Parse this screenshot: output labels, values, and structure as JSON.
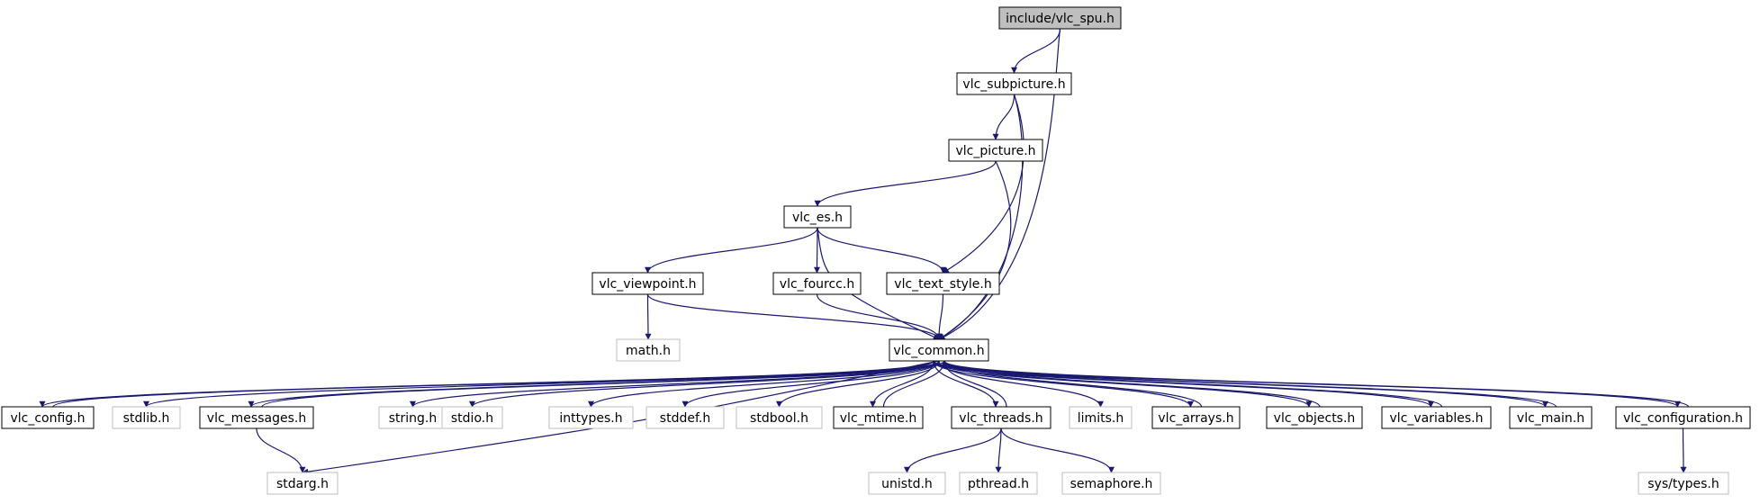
{
  "colors": {
    "edge": "#191970",
    "node_border": "#000000",
    "node_border_external": "#bfbfbf",
    "node_fill": "#ffffff",
    "node_fill_root": "#bfbfbf",
    "text": "#000000"
  },
  "nodes": [
    {
      "id": "vlc_spu",
      "label": "include/vlc_spu.h",
      "style": "root"
    },
    {
      "id": "vlc_subpicture",
      "label": "vlc_subpicture.h",
      "style": "normal"
    },
    {
      "id": "vlc_picture",
      "label": "vlc_picture.h",
      "style": "normal"
    },
    {
      "id": "vlc_es",
      "label": "vlc_es.h",
      "style": "normal"
    },
    {
      "id": "vlc_viewpoint",
      "label": "vlc_viewpoint.h",
      "style": "normal"
    },
    {
      "id": "vlc_fourcc",
      "label": "vlc_fourcc.h",
      "style": "normal"
    },
    {
      "id": "vlc_text_style",
      "label": "vlc_text_style.h",
      "style": "normal"
    },
    {
      "id": "math",
      "label": "math.h",
      "style": "external"
    },
    {
      "id": "vlc_common",
      "label": "vlc_common.h",
      "style": "normal"
    },
    {
      "id": "vlc_config",
      "label": "vlc_config.h",
      "style": "normal"
    },
    {
      "id": "stdlib",
      "label": "stdlib.h",
      "style": "external"
    },
    {
      "id": "vlc_messages",
      "label": "vlc_messages.h",
      "style": "normal"
    },
    {
      "id": "string",
      "label": "string.h",
      "style": "external"
    },
    {
      "id": "stdio",
      "label": "stdio.h",
      "style": "external"
    },
    {
      "id": "inttypes",
      "label": "inttypes.h",
      "style": "external"
    },
    {
      "id": "stddef",
      "label": "stddef.h",
      "style": "external"
    },
    {
      "id": "stdbool",
      "label": "stdbool.h",
      "style": "external"
    },
    {
      "id": "vlc_mtime",
      "label": "vlc_mtime.h",
      "style": "normal"
    },
    {
      "id": "vlc_threads",
      "label": "vlc_threads.h",
      "style": "normal"
    },
    {
      "id": "limits",
      "label": "limits.h",
      "style": "external"
    },
    {
      "id": "vlc_arrays",
      "label": "vlc_arrays.h",
      "style": "normal"
    },
    {
      "id": "vlc_objects",
      "label": "vlc_objects.h",
      "style": "normal"
    },
    {
      "id": "vlc_variables",
      "label": "vlc_variables.h",
      "style": "normal"
    },
    {
      "id": "vlc_main",
      "label": "vlc_main.h",
      "style": "normal"
    },
    {
      "id": "vlc_configuration",
      "label": "vlc_configuration.h",
      "style": "normal"
    },
    {
      "id": "stdarg",
      "label": "stdarg.h",
      "style": "external"
    },
    {
      "id": "unistd",
      "label": "unistd.h",
      "style": "external"
    },
    {
      "id": "pthread",
      "label": "pthread.h",
      "style": "external"
    },
    {
      "id": "semaphore",
      "label": "semaphore.h",
      "style": "external"
    },
    {
      "id": "sys_types",
      "label": "sys/types.h",
      "style": "external"
    }
  ],
  "edges": [
    {
      "from": "vlc_spu",
      "to": "vlc_subpicture"
    },
    {
      "from": "vlc_spu",
      "to": "vlc_common"
    },
    {
      "from": "vlc_subpicture",
      "to": "vlc_picture"
    },
    {
      "from": "vlc_subpicture",
      "to": "vlc_text_style"
    },
    {
      "from": "vlc_subpicture",
      "to": "vlc_common"
    },
    {
      "from": "vlc_picture",
      "to": "vlc_es"
    },
    {
      "from": "vlc_picture",
      "to": "vlc_common"
    },
    {
      "from": "vlc_es",
      "to": "vlc_viewpoint"
    },
    {
      "from": "vlc_es",
      "to": "vlc_fourcc"
    },
    {
      "from": "vlc_es",
      "to": "vlc_text_style"
    },
    {
      "from": "vlc_es",
      "to": "vlc_common"
    },
    {
      "from": "vlc_viewpoint",
      "to": "math"
    },
    {
      "from": "vlc_viewpoint",
      "to": "vlc_common"
    },
    {
      "from": "vlc_fourcc",
      "to": "vlc_common"
    },
    {
      "from": "vlc_text_style",
      "to": "vlc_common"
    },
    {
      "from": "vlc_common",
      "to": "vlc_config"
    },
    {
      "from": "vlc_config",
      "to": "vlc_common"
    },
    {
      "from": "vlc_common",
      "to": "stdlib"
    },
    {
      "from": "vlc_common",
      "to": "vlc_messages"
    },
    {
      "from": "vlc_messages",
      "to": "vlc_common"
    },
    {
      "from": "vlc_common",
      "to": "stdarg"
    },
    {
      "from": "vlc_messages",
      "to": "stdarg"
    },
    {
      "from": "vlc_common",
      "to": "string"
    },
    {
      "from": "vlc_common",
      "to": "stdio"
    },
    {
      "from": "vlc_common",
      "to": "inttypes"
    },
    {
      "from": "vlc_common",
      "to": "stddef"
    },
    {
      "from": "vlc_common",
      "to": "stdbool"
    },
    {
      "from": "vlc_common",
      "to": "vlc_mtime"
    },
    {
      "from": "vlc_mtime",
      "to": "vlc_common"
    },
    {
      "from": "vlc_common",
      "to": "vlc_threads"
    },
    {
      "from": "vlc_threads",
      "to": "vlc_common"
    },
    {
      "from": "vlc_threads",
      "to": "unistd"
    },
    {
      "from": "vlc_threads",
      "to": "pthread"
    },
    {
      "from": "vlc_threads",
      "to": "semaphore"
    },
    {
      "from": "vlc_common",
      "to": "limits"
    },
    {
      "from": "vlc_common",
      "to": "vlc_arrays"
    },
    {
      "from": "vlc_arrays",
      "to": "vlc_common"
    },
    {
      "from": "vlc_common",
      "to": "vlc_objects"
    },
    {
      "from": "vlc_objects",
      "to": "vlc_common"
    },
    {
      "from": "vlc_common",
      "to": "vlc_variables"
    },
    {
      "from": "vlc_variables",
      "to": "vlc_common"
    },
    {
      "from": "vlc_common",
      "to": "vlc_main"
    },
    {
      "from": "vlc_main",
      "to": "vlc_common"
    },
    {
      "from": "vlc_common",
      "to": "vlc_configuration"
    },
    {
      "from": "vlc_configuration",
      "to": "vlc_common"
    },
    {
      "from": "vlc_configuration",
      "to": "sys_types"
    }
  ]
}
